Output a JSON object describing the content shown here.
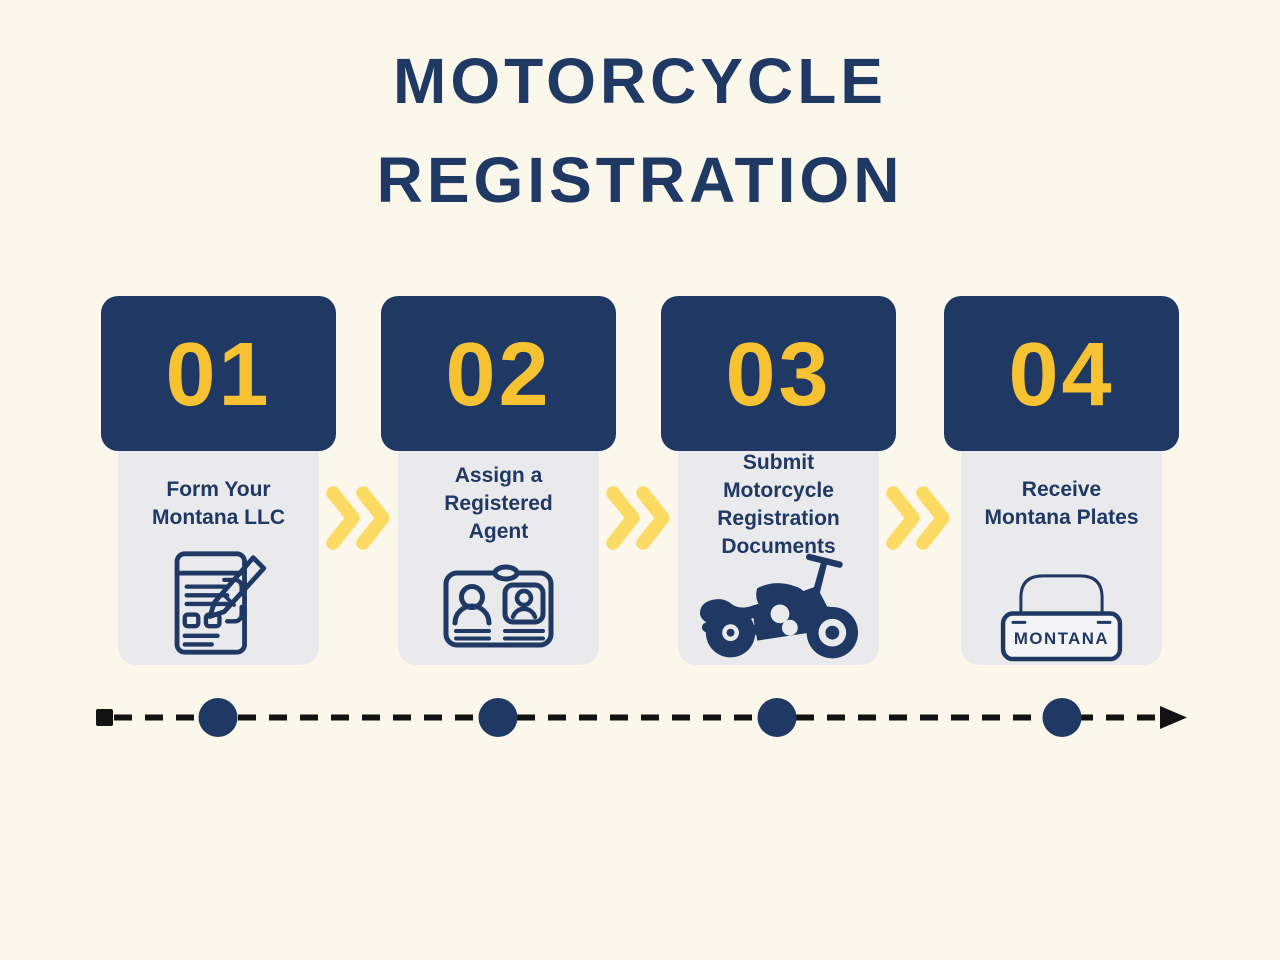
{
  "title": {
    "line1": "MOTORCYCLE",
    "line2": "REGISTRATION"
  },
  "steps": [
    {
      "number": "01",
      "label": "Form Your\nMontana LLC",
      "icon": "form-document-icon"
    },
    {
      "number": "02",
      "label": "Assign a\nRegistered\nAgent",
      "icon": "id-card-icon"
    },
    {
      "number": "03",
      "label": "Submit\nMotorcycle\nRegistration\nDocuments",
      "icon": "motorcycle-icon"
    },
    {
      "number": "04",
      "label": "Receive\nMontana Plates",
      "icon": "license-plate-icon",
      "plate_text": "MONTANA"
    }
  ],
  "timeline": {
    "dot_count": 4,
    "style": "dashed-line-with-arrow"
  },
  "colors": {
    "background": "#FCF7EB",
    "navy": "#1F3864",
    "number_yellow": "#F7C232",
    "chevron_yellow": "#FBDB64",
    "card_gray": "#EAEAEC",
    "plate_face": "#F5F5F7",
    "timeline_black": "#121212"
  }
}
